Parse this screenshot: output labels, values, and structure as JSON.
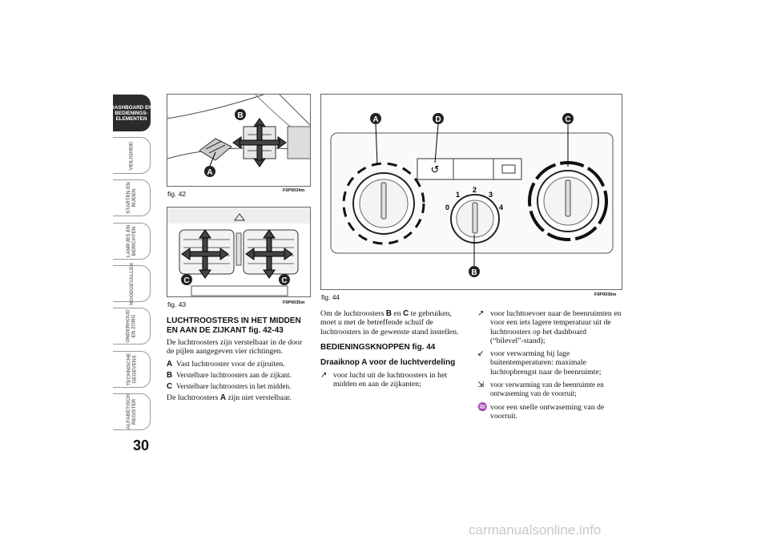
{
  "sidebar": {
    "tabs": [
      {
        "label": "DASHBOARD EN\nBEDIENINGS-\nELEMENTEN",
        "active": true
      },
      {
        "label": "VEILIGHEID"
      },
      {
        "label": "STARTEN EN\nRIJDEN"
      },
      {
        "label": "LAMPJES EN\nBERICHTEN"
      },
      {
        "label": "NOODGEVALLEN"
      },
      {
        "label": "ONDERHOUD\nEN ZORG"
      },
      {
        "label": "TECHNISCHE\nGEGEVENS"
      },
      {
        "label": "ALFABETISCH\nREGISTER"
      }
    ]
  },
  "page_number": "30",
  "figures": {
    "fig42": {
      "label": "fig. 42",
      "code": "F0P0034m",
      "markers": [
        "A",
        "B"
      ]
    },
    "fig43": {
      "label": "fig. 43",
      "code": "F0P0035m",
      "markers": [
        "C",
        "C"
      ]
    },
    "fig44": {
      "label": "fig. 44",
      "code": "F0P0036m",
      "markers": [
        "A",
        "D",
        "C",
        "B"
      ],
      "dial_numbers": [
        "0",
        "1",
        "2",
        "3",
        "4"
      ]
    }
  },
  "left_col": {
    "heading": "LUCHTROOSTERS IN HET MIDDEN EN AAN DE ZIJKANT fig. 42-43",
    "intro": "De luchtroosters zijn verstelbaar in de door de pijlen aangegeven vier richtingen.",
    "items": [
      {
        "key": "A",
        "text": "Vast luchtrooster voor de zijruiten."
      },
      {
        "key": "B",
        "text": "Verstelbare luchtroosters aan de zijkant."
      },
      {
        "key": "C",
        "text": "Verstelbare luchtroosters in het midden."
      }
    ],
    "outro_pre": "De luchtroosters ",
    "outro_key": "A",
    "outro_post": " zijn niet verstelbaar."
  },
  "mid_col": {
    "intro_pre": "Om de luchtroosters ",
    "intro_b": "B",
    "intro_mid": " en ",
    "intro_c": "C",
    "intro_post": " te gebruiken, moet u met de betreffende schuif de luchtroosters in de gewenste stand instellen.",
    "heading1": "BEDIENINGSKNOPPEN fig. 44",
    "heading2": "Draaiknop A voor de luchtverdeling",
    "bullet1": "voor lucht uit de luchtroosters in het midden en aan de zijkanten;"
  },
  "right_col": {
    "bullets": [
      "voor luchttoevoer naar de beenruimten en voor een iets lagere temperatuur uit de luchtroosters op het dashboard (“bilevel”-stand);",
      "voor verwarming bij lage buitentemperaturen: maximale luchtopbrengst naar de beenruimte;",
      "voor verwarming van de beenruimte en ontwaseming van de voorruit;",
      "voor een snelle ontwaseming van de voorruit."
    ]
  },
  "watermark": "carmanualsonline.info"
}
